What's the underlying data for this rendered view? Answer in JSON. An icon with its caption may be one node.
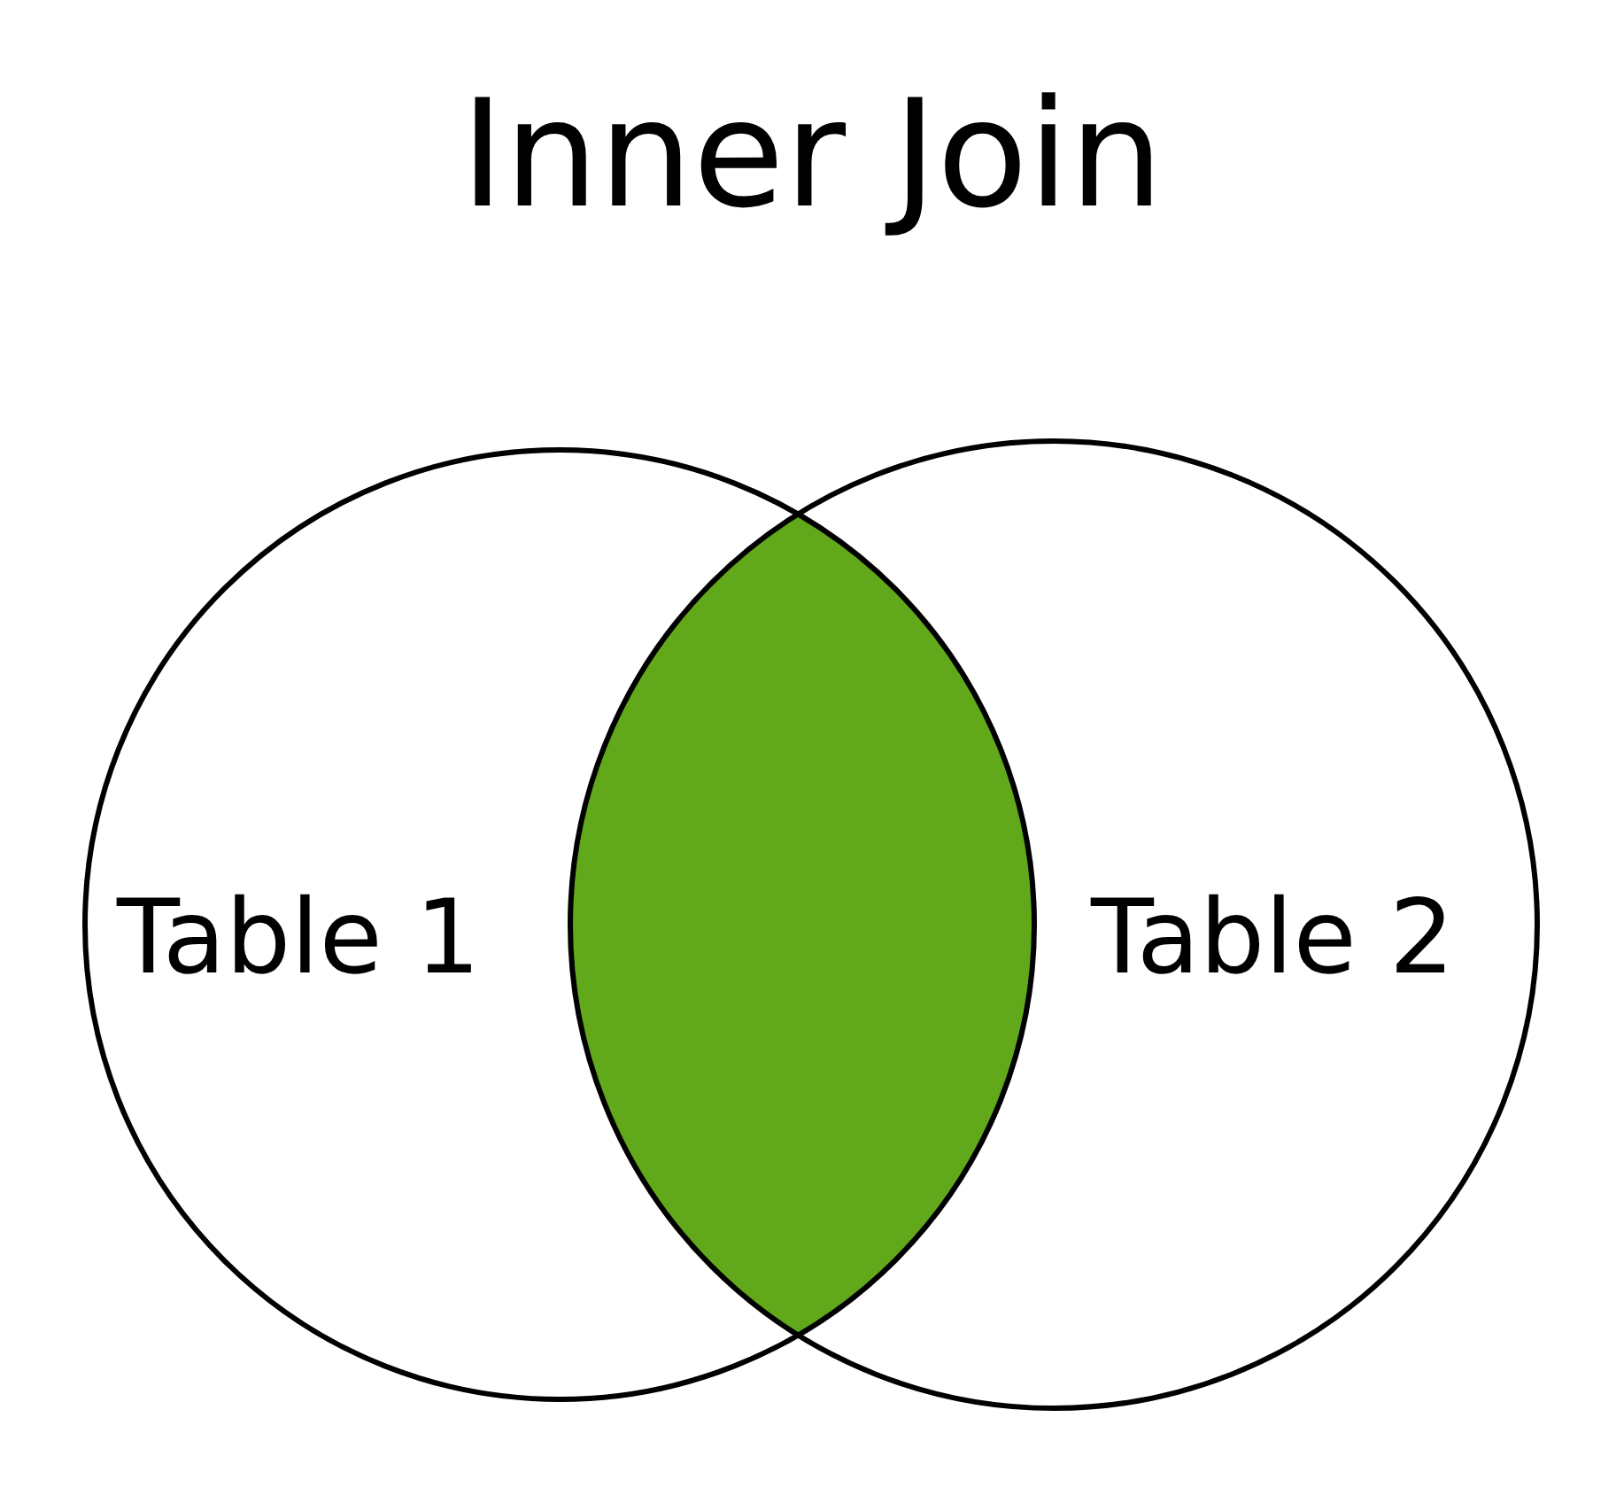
{
  "diagram": {
    "title": "Inner Join",
    "nodes": [
      {
        "text": [
          "Table 1"
        ]
      },
      {
        "text": [
          "Table 2"
        ]
      },
      {
        "text": [],
        "shape": "lens"
      }
    ]
  }
}
